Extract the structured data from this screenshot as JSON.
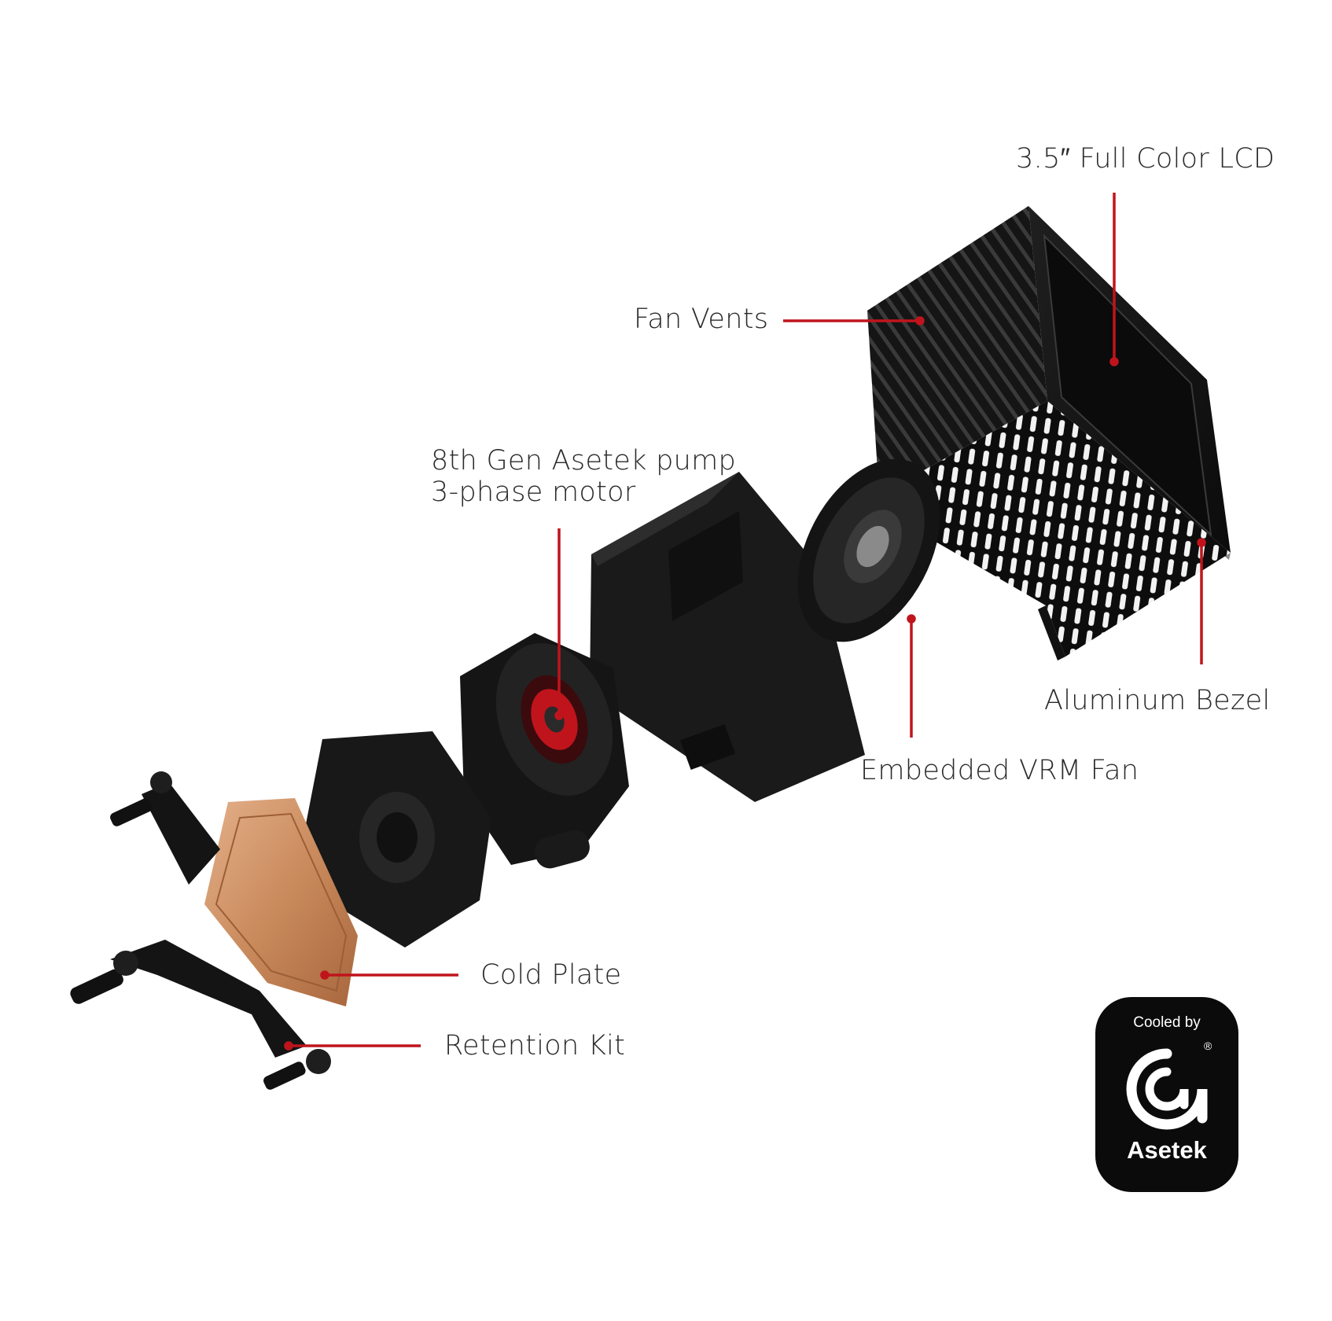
{
  "labels": {
    "lcd": "3.5″ Full Color LCD",
    "fan_vents": "Fan Vents",
    "pump_line1": "8th Gen Asetek pump",
    "pump_line2": "3-phase motor",
    "aluminum_bezel": "Aluminum Bezel",
    "vrm_fan": "Embedded VRM Fan",
    "cold_plate": "Cold Plate",
    "retention_kit": "Retention Kit"
  },
  "badge": {
    "top_text": "Cooled by",
    "brand": "Asetek",
    "registered": "®",
    "logo_icon": "asetek-logo-icon"
  },
  "colors": {
    "leader_line": "#c0141c",
    "body": "#161616",
    "copper": "#c98a5c",
    "text": "#2b2b2b"
  }
}
